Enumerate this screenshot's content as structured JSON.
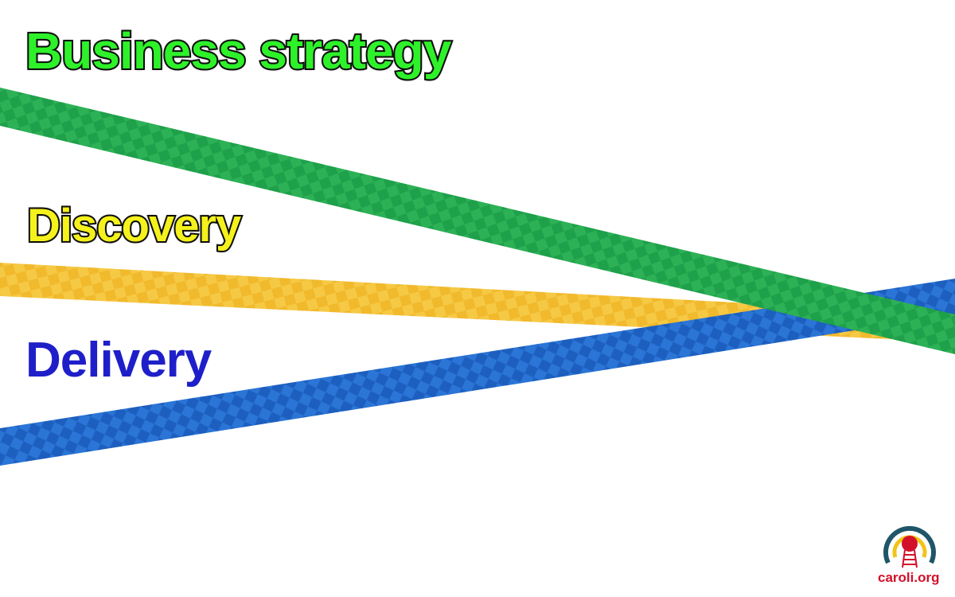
{
  "labels": {
    "business_strategy": "Business strategy",
    "discovery": "Discovery",
    "delivery": "Delivery"
  },
  "ropes": [
    {
      "name": "business-strategy-rope",
      "color": "#1fa04a"
    },
    {
      "name": "discovery-rope",
      "color": "#f1b92c"
    },
    {
      "name": "delivery-rope",
      "color": "#1d5fbf"
    }
  ],
  "logo": {
    "text": "caroli.org",
    "colors": {
      "outer": "#1f5569",
      "middle": "#f2c318",
      "center": "#d3102a"
    }
  }
}
